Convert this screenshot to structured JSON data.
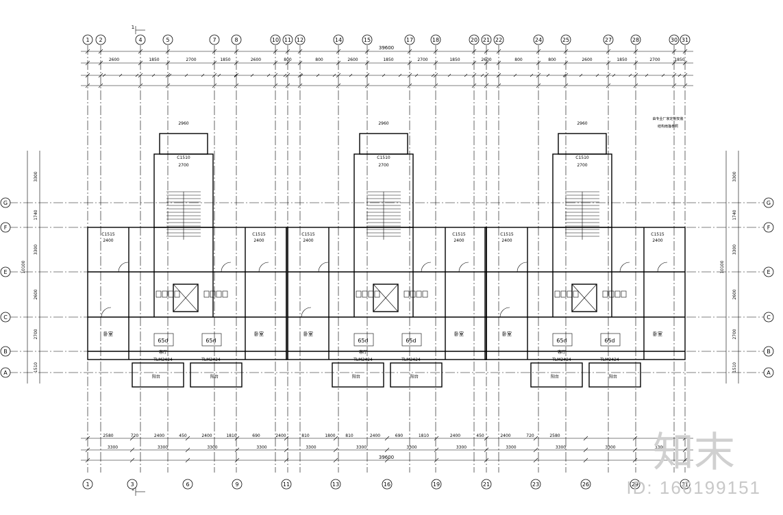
{
  "drawing": {
    "top_axes": [
      "1",
      "2",
      "4",
      "5",
      "7",
      "8",
      "10",
      "11",
      "12",
      "14",
      "15",
      "17",
      "18",
      "20",
      "21",
      "22",
      "24",
      "25",
      "27",
      "28",
      "30",
      "31"
    ],
    "bottom_axes": [
      "1",
      "3",
      "6",
      "9",
      "11",
      "13",
      "16",
      "19",
      "21",
      "23",
      "26",
      "29",
      "31"
    ],
    "row_axes": [
      "G",
      "F",
      "E",
      "C",
      "B",
      "A"
    ],
    "overall_top": "39600",
    "overall_bottom": "39600",
    "top_dims_1": [
      "2600",
      "1850",
      "2700",
      "1850",
      "2600",
      "800",
      "800",
      "2600",
      "1850",
      "2700",
      "1850",
      "2600",
      "800",
      "800",
      "2600",
      "1850",
      "2700",
      "1850",
      "2600"
    ],
    "bottom_dims_1": [
      "2580",
      "720",
      "2400",
      "450",
      "2400",
      "1810",
      "690",
      "2400",
      "810",
      "1800",
      "810",
      "2400",
      "690",
      "1810",
      "2400",
      "450",
      "2400",
      "720",
      "2580"
    ],
    "bottom_dims_2": [
      "3300",
      "3300",
      "3300",
      "3300",
      "3300",
      "3300",
      "3300",
      "3300",
      "3300",
      "3300",
      "3300",
      "3300"
    ],
    "left_dims": [
      "3300",
      "1740",
      "3300",
      "2600",
      "2700",
      "1510"
    ],
    "left_total": "10100",
    "units": [
      {
        "stair_label": "C1510",
        "stair_dim": "2700",
        "top_dim": "2960",
        "room1": "卧室",
        "room2": "客厅",
        "room3": "卧室",
        "elev": "65d",
        "window": "TLM2424",
        "win2": "C1515",
        "win2_dim": "2400",
        "balcony": "阳台"
      },
      {
        "stair_label": "C1510",
        "stair_dim": "2700",
        "top_dim": "2960",
        "room1": "卧室",
        "room2": "客厅",
        "room3": "卧室",
        "elev": "65d",
        "window": "TLM2424",
        "win2": "C1515",
        "win2_dim": "2400",
        "balcony": "阳台"
      },
      {
        "stair_label": "C1510",
        "stair_dim": "2700",
        "top_dim": "2960",
        "room1": "卧室",
        "room2": "客厅",
        "room3": "卧室",
        "elev": "65d",
        "window": "TLM2424",
        "win2": "C1515",
        "win2_dim": "2400",
        "balcony": "阳台"
      }
    ],
    "note": "由专业厂家定制安装 钢结构雨篷参照",
    "section_mark": "1"
  },
  "watermark": {
    "logo": "知末",
    "id_text": "ID: 166199151"
  }
}
